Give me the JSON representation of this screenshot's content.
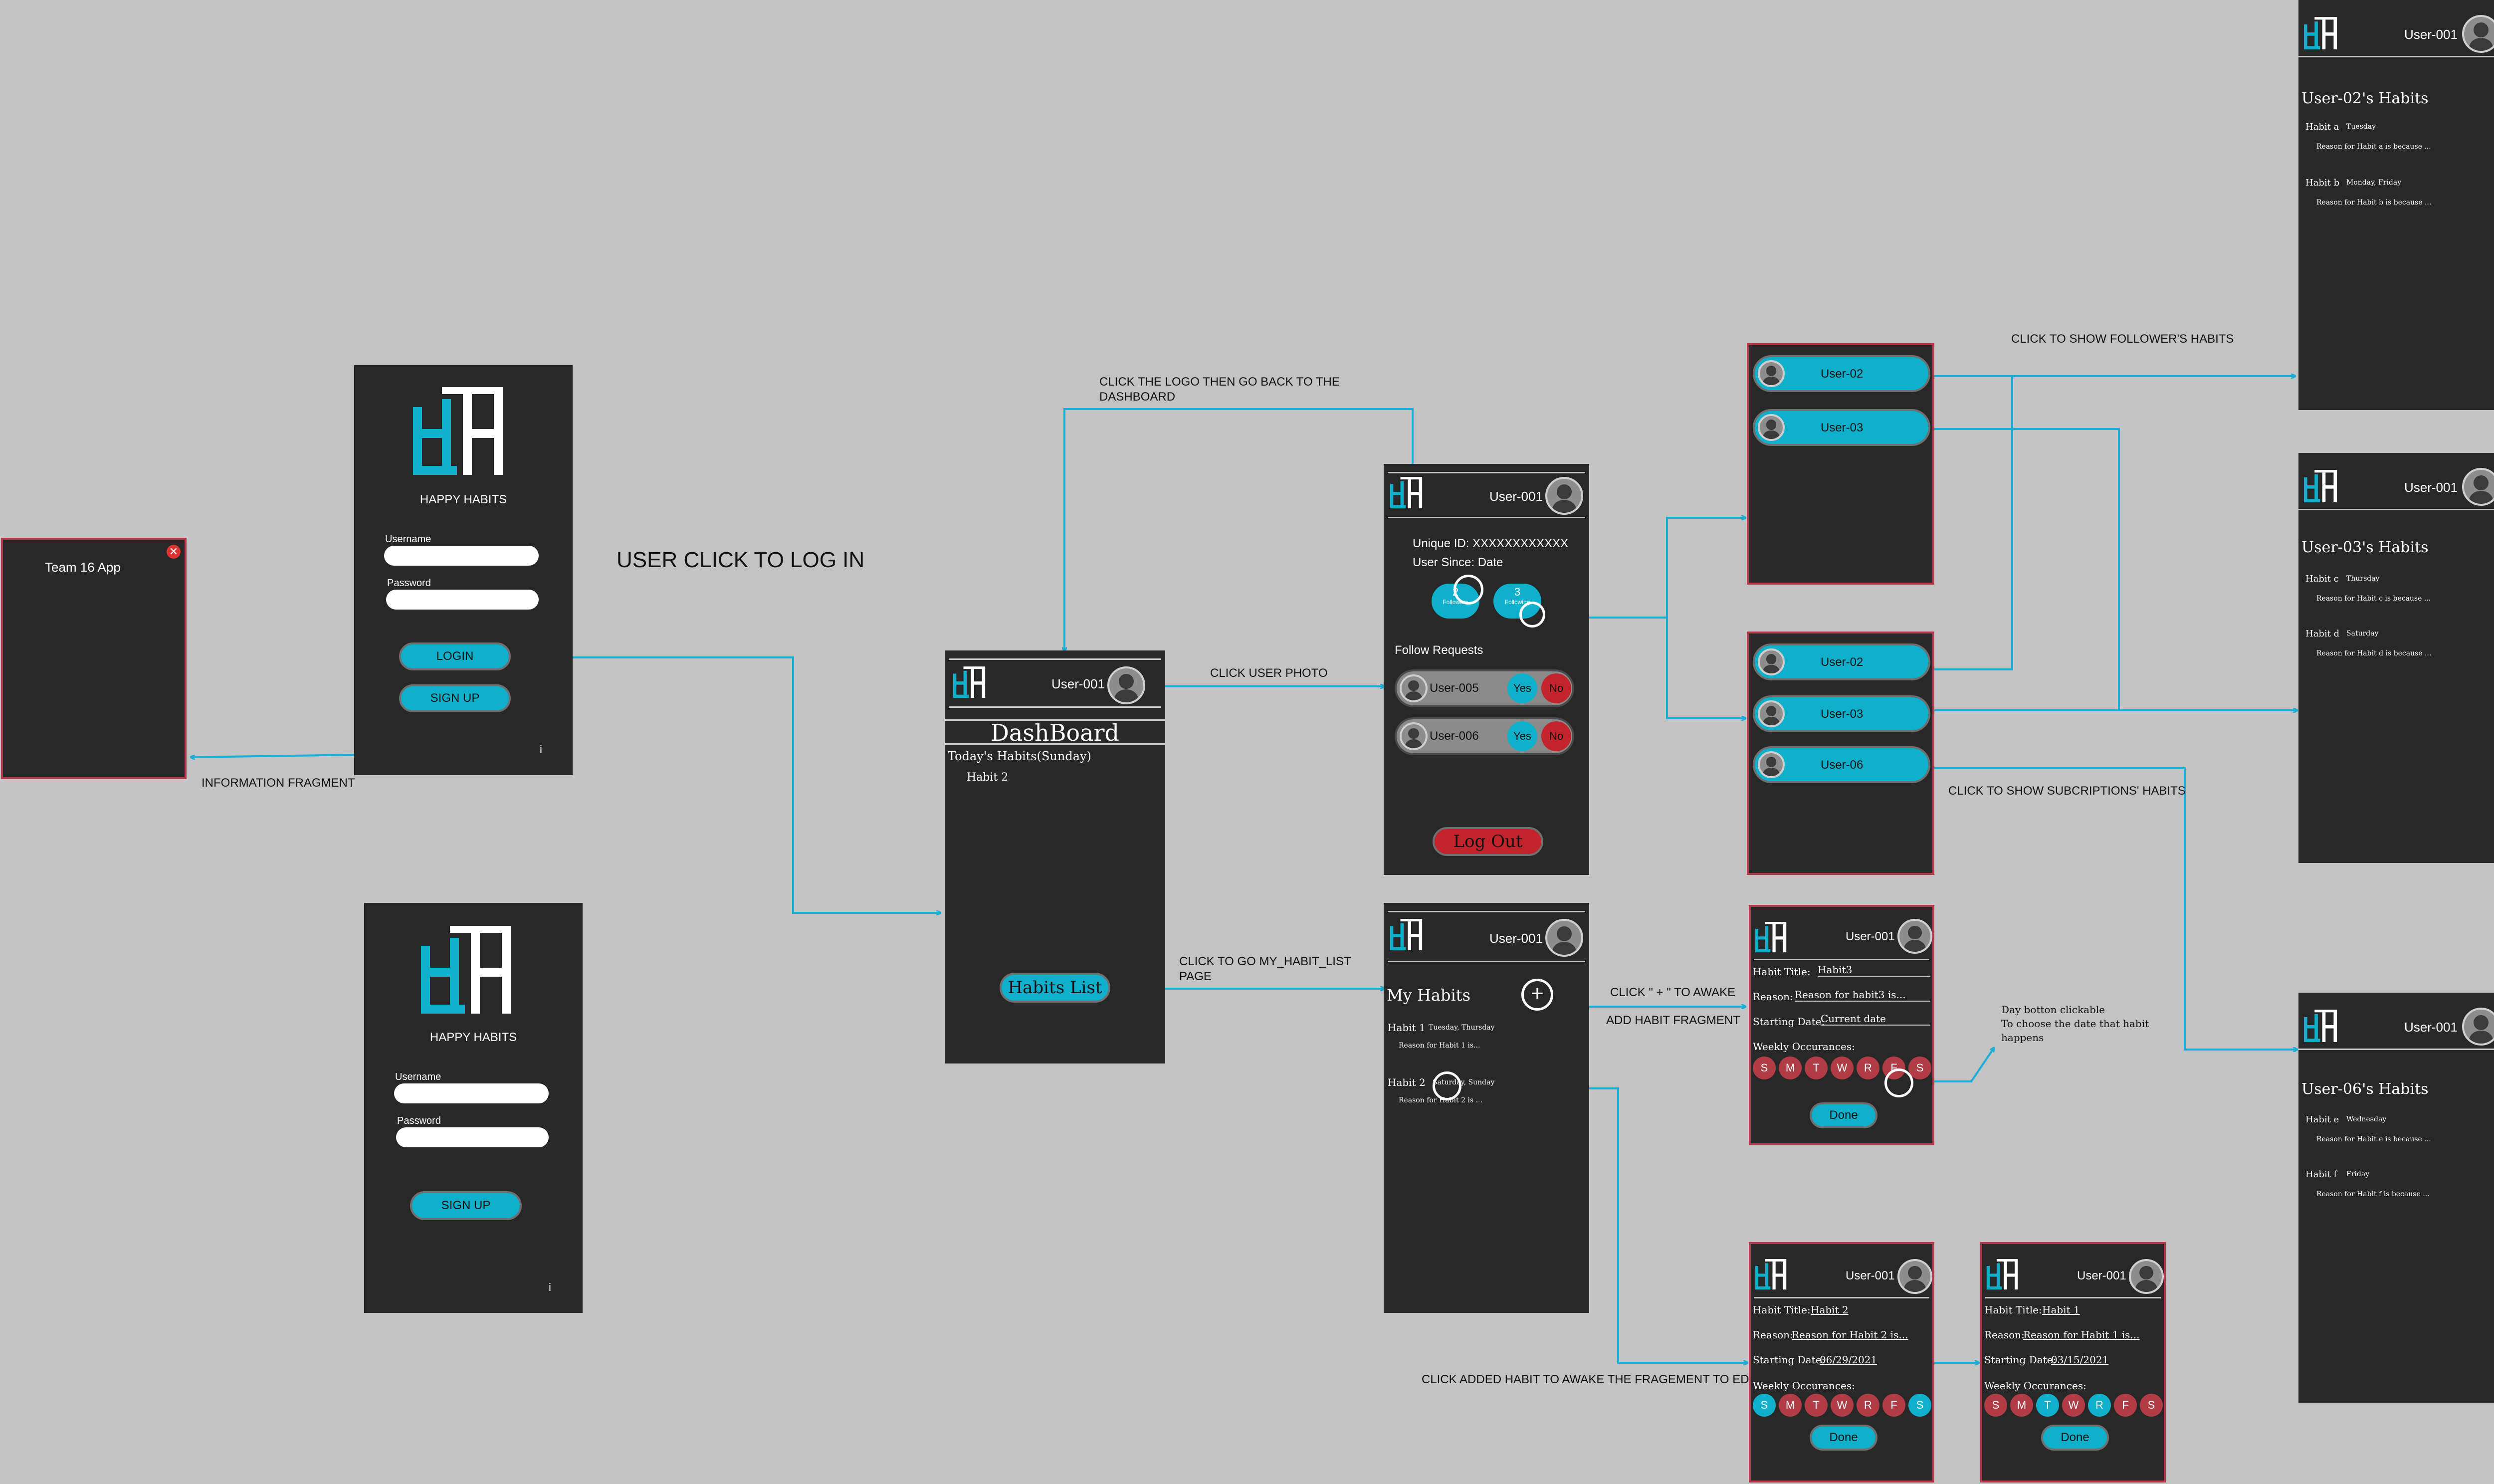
{
  "info_fragment": {
    "title": "Team 16 App"
  },
  "login": {
    "brand": "HAPPY HABITS",
    "username": "Username",
    "password": "Password",
    "login_btn": "LOGIN",
    "signup_btn": "SIGN UP",
    "info": "i"
  },
  "signup": {
    "brand": "HAPPY HABITS",
    "username": "Username",
    "password": "Password",
    "signup_btn": "SIGN UP",
    "info": "i"
  },
  "notes": {
    "login": "USER CLICK TO LOG IN",
    "info_frag": "INFORMATION FRAGMENT",
    "logo_back_1": "CLICK THE LOGO THEN GO BACK TO THE",
    "logo_back_2": "DASHBOARD",
    "user_photo": "CLICK USER PHOTO",
    "habit_list_1": "CLICK TO GO MY_HABIT_LIST",
    "habit_list_2": "PAGE",
    "plus_1": "CLICK \" + \" TO AWAKE",
    "plus_2": "ADD HABIT FRAGMENT",
    "added_habit": "CLICK ADDED HABIT TO AWAKE THE FRAGEMENT TO EDIT",
    "followers": "CLICK TO SHOW FOLLOWER'S HABITS",
    "subs": "CLICK TO SHOW SUBCRIPTIONS' HABITS",
    "day_1": "Day botton clickable",
    "day_2": "To choose the date that habit",
    "day_3": "happens"
  },
  "dashboard": {
    "user": "User-001",
    "title": "DashBoard",
    "today": "Today's Habits(Sunday)",
    "habit": "Habit 2",
    "list_btn": "Habits List"
  },
  "profile": {
    "user": "User-001",
    "uid": "Unique ID: XXXXXXXXXXXX",
    "since": "User Since: Date",
    "followers_num": "2",
    "followers_lbl": "Followers",
    "following_num": "3",
    "following_lbl": "Following",
    "requests": "Follow Requests",
    "req1": "User-005",
    "req2": "User-006",
    "yes": "Yes",
    "no": "No",
    "logout": "Log Out"
  },
  "followers_list": {
    "u1": "User-02",
    "u2": "User-03"
  },
  "following_list": {
    "u1": "User-02",
    "u2": "User-03",
    "u3": "User-06"
  },
  "myhabits": {
    "user": "User-001",
    "title": "My Habits",
    "h1": "Habit 1",
    "h1_days": "Tuesday, Thursday",
    "h1_reason": "Reason for Habit 1 is...",
    "h2": "Habit 2",
    "h2_days": "Saturday, Sunday",
    "h2_reason": "Reason for Habit 2 is ..."
  },
  "add_habit": {
    "user": "User-001",
    "title_lbl": "Habit Title:",
    "title_val": "Habit3",
    "reason_lbl": "Reason:",
    "reason_val": "Reason for habit3 is...",
    "date_lbl": "Starting Date:",
    "date_val": "Current date",
    "weekly": "Weekly Occurances:",
    "done": "Done"
  },
  "edit2": {
    "user": "User-001",
    "title_lbl": "Habit Title:",
    "title_val": "Habit 2",
    "reason_lbl": "Reason:",
    "reason_val": "Reason for Habit 2 is...",
    "date_lbl": "Starting Date:",
    "date_val": "06/29/2021",
    "weekly": "Weekly Occurances:",
    "done": "Done"
  },
  "edit1": {
    "user": "User-001",
    "title_lbl": "Habit Title:",
    "title_val": "Habit 1",
    "reason_lbl": "Reason:",
    "reason_val": "Reason for Habit 1 is...",
    "date_lbl": "Starting Date:",
    "date_val": "03/15/2021",
    "weekly": "Weekly Occurances:",
    "done": "Done"
  },
  "days": [
    "S",
    "M",
    "T",
    "W",
    "R",
    "F",
    "S"
  ],
  "u02": {
    "user": "User-001",
    "title": "User-02's Habits",
    "ha": "Habit a",
    "ha_days": "Tuesday",
    "ha_reason": "Reason for Habit a is because ...",
    "hb": "Habit b",
    "hb_days": "Monday, Friday",
    "hb_reason": "Reason for Habit b is because ..."
  },
  "u03": {
    "user": "User-001",
    "title": "User-03's Habits",
    "hc": "Habit c",
    "hc_days": "Thursday",
    "hc_reason": "Reason for Habit c is because ...",
    "hd": "Habit d",
    "hd_days": "Saturday",
    "hd_reason": "Reason for Habit d is because ..."
  },
  "u06": {
    "user": "User-001",
    "title": "User-06's Habits",
    "he": "Habit e",
    "he_days": "Wednesday",
    "he_reason": "Reason for Habit e is because ...",
    "hf": "Habit f",
    "hf_days": "Friday",
    "hf_reason": "Reason for Habit f is because ..."
  },
  "colors": {
    "accent": "#0fb0cc",
    "screen": "#282828",
    "danger": "#b13c45",
    "canvas": "#c3c3c3"
  }
}
